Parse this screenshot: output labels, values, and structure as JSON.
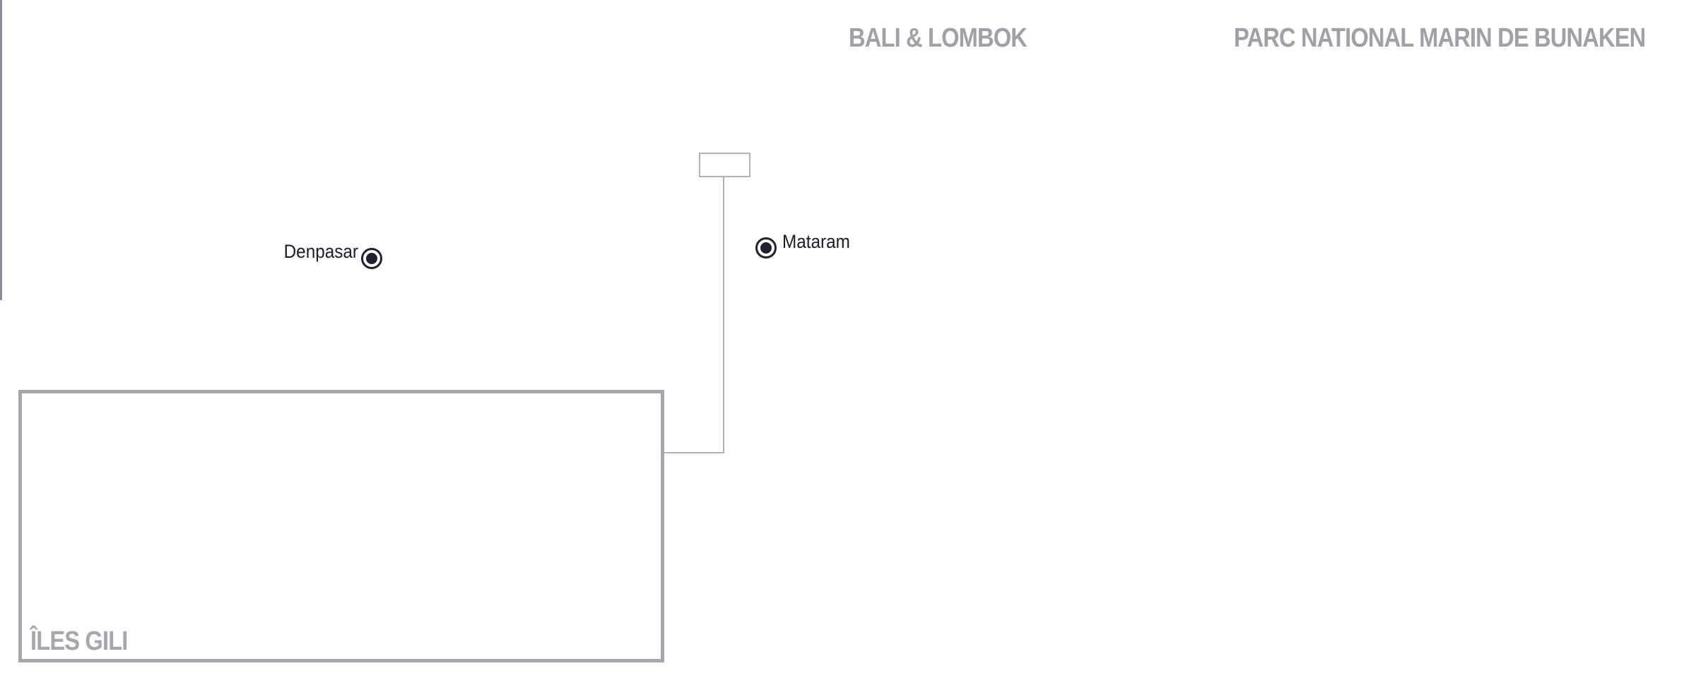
{
  "map": {
    "headings": {
      "bali_lombok": "BALI & LOMBOK",
      "bunaken": "PARC NATIONAL MARIN DE BUNAKEN"
    },
    "inset": {
      "label": "ÎLES GILI"
    },
    "cities": [
      {
        "name": "Denpasar",
        "type": "capital"
      },
      {
        "name": "Mataram",
        "type": "capital"
      }
    ]
  },
  "colors": {
    "heading": "#9fa0a8",
    "inset_border": "#a6a7ae",
    "leader_line": "#b3b3b3",
    "marker": "#1e2030",
    "city_text": "#1a1c2c"
  }
}
